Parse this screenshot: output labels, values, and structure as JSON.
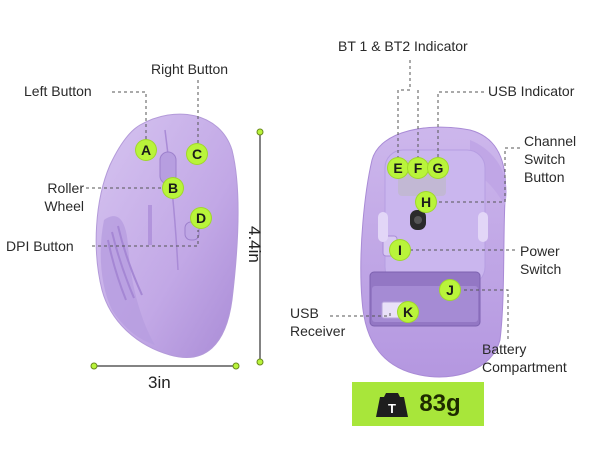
{
  "labels": {
    "left_button": "Left Button",
    "right_button": "Right Button",
    "roller_wheel_1": "Roller",
    "roller_wheel_2": "Wheel",
    "dpi_button": "DPI Button",
    "bt_indicator": "BT 1 & BT2 Indicator",
    "usb_indicator": "USB Indicator",
    "channel_switch_1": "Channel",
    "channel_switch_2": "Switch",
    "channel_switch_3": "Button",
    "power_switch_1": "Power",
    "power_switch_2": "Switch",
    "usb_receiver_1": "USB",
    "usb_receiver_2": "Receiver",
    "battery_1": "Battery",
    "battery_2": "Compartment"
  },
  "callouts": {
    "a": "A",
    "b": "B",
    "c": "C",
    "d": "D",
    "e": "E",
    "f": "F",
    "g": "G",
    "h": "H",
    "i": "I",
    "j": "J",
    "k": "K"
  },
  "dimensions": {
    "width": "3in",
    "height": "4.4in"
  },
  "weight": {
    "value": "83g",
    "icon_letter": "T"
  },
  "colors": {
    "mouse_body": "#c9b3e8",
    "accent_green": "#b9f43a",
    "badge": "#a8e63a"
  }
}
